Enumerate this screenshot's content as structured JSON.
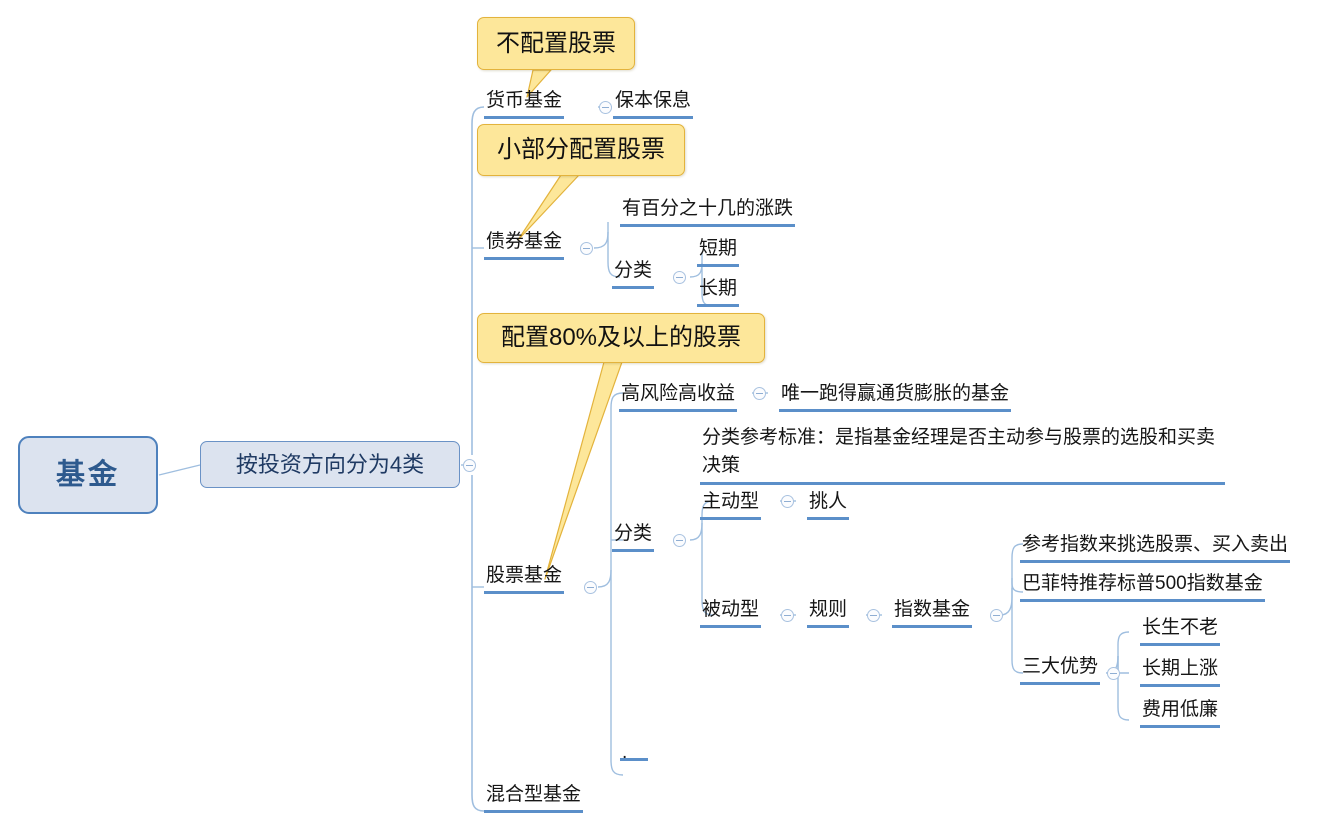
{
  "title": "基金 思维导图",
  "colors": {
    "node_fill": "#DCE3EF",
    "node_border": "#4E81BD",
    "root_text": "#2E5A8E",
    "branch_line": "#5B8FC9",
    "trunk_line": "#9FBEDF",
    "callout_fill": "#FDE79A",
    "callout_border": "#E3B33C",
    "background": "#FFFFFF",
    "text": "#161616"
  },
  "root": {
    "label": "基金"
  },
  "level1": {
    "label": "按投资方向分为4类"
  },
  "callouts": [
    {
      "id": "c1",
      "text": "不配置股票"
    },
    {
      "id": "c2",
      "text": "小部分配置股票"
    },
    {
      "id": "c3",
      "text": "配置80%及以上的股票"
    }
  ],
  "branches": [
    {
      "id": "money-fund",
      "label": "货币基金",
      "children": [
        {
          "label": "保本保息"
        }
      ]
    },
    {
      "id": "bond-fund",
      "label": "债券基金",
      "children": [
        {
          "label": "有百分之十几的涨跌"
        },
        {
          "label": "分类",
          "children": [
            {
              "label": "短期"
            },
            {
              "label": "长期"
            }
          ]
        }
      ]
    },
    {
      "id": "stock-fund",
      "label": "股票基金",
      "children": [
        {
          "label": "高风险高收益",
          "children": [
            {
              "label": "唯一跑得赢通货膨胀的基金"
            }
          ]
        },
        {
          "label": "分类",
          "note": "分类参考标准：是指基金经理是否主动参与股票的选股和买卖决策",
          "children": [
            {
              "label": "主动型",
              "children": [
                {
                  "label": "挑人"
                }
              ]
            },
            {
              "label": "被动型",
              "children": [
                {
                  "label": "规则",
                  "children": [
                    {
                      "label": "指数基金",
                      "children": [
                        {
                          "label": "参考指数来挑选股票、买入卖出"
                        },
                        {
                          "label": "巴菲特推荐标普500指数基金"
                        },
                        {
                          "label": "三大优势",
                          "children": [
                            {
                              "label": "长生不老"
                            },
                            {
                              "label": "长期上涨"
                            },
                            {
                              "label": "费用低廉"
                            }
                          ]
                        }
                      ]
                    }
                  ]
                }
              ]
            }
          ]
        },
        {
          "label": "."
        }
      ]
    },
    {
      "id": "mixed-fund",
      "label": "混合型基金",
      "children": []
    }
  ],
  "nodes": {
    "money_fund": "货币基金",
    "money_fund_child": "保本保息",
    "bond_fund": "债券基金",
    "bond_rise_fall": "有百分之十几的涨跌",
    "bond_category": "分类",
    "bond_short": "短期",
    "bond_long": "长期",
    "stock_fund": "股票基金",
    "stock_highrisk": "高风险高收益",
    "stock_inflation": "唯一跑得赢通货膨胀的基金",
    "stock_category_note": "分类参考标准：是指基金经理是否主动参与股票的选股和买卖决策",
    "stock_category": "分类",
    "active_type": "主动型",
    "active_child": "挑人",
    "passive_type": "被动型",
    "passive_rule": "规则",
    "index_fund": "指数基金",
    "index_pick": "参考指数来挑选股票、买入卖出",
    "index_buffett": "巴菲特推荐标普500指数基金",
    "index_advantages": "三大优势",
    "adv_immortal": "长生不老",
    "adv_longrise": "长期上涨",
    "adv_lowfee": "费用低廉",
    "stock_dot": ".",
    "mixed_fund": "混合型基金"
  }
}
